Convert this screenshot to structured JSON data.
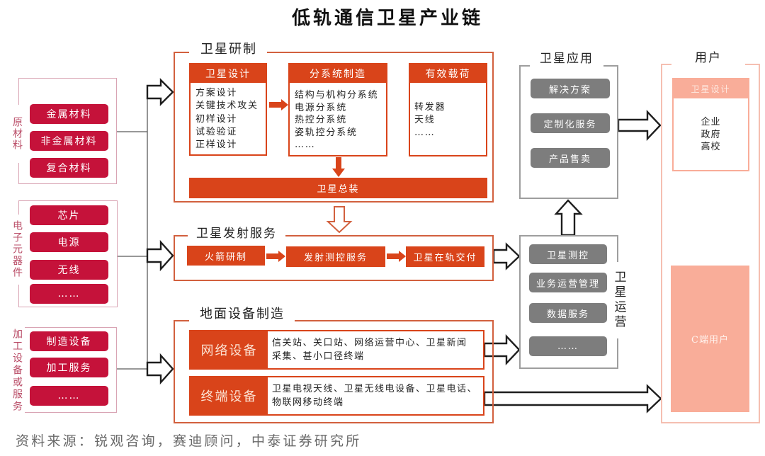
{
  "title": "低轨通信卫星产业链",
  "colors": {
    "accent": "#D9441A",
    "frame_orange": "#D2603E",
    "upstream_red": "#C5123A",
    "upstream_border": "#D9A4B4",
    "upstream_label": "#B94B66",
    "gray_item": "#7D7D7D",
    "gray_frame": "#9E9E9E",
    "user_border": "#F5BFB1",
    "user_fill": "#F9AD99"
  },
  "upstream": {
    "groups": [
      {
        "label": "原材料",
        "items": [
          "金属材料",
          "非金属材料",
          "复合材料"
        ]
      },
      {
        "label": "电子元器件",
        "items": [
          "芯片",
          "电源",
          "无线",
          "……"
        ]
      },
      {
        "label": "加工设备或服务",
        "items": [
          "制造设备",
          "加工服务",
          "……"
        ]
      }
    ]
  },
  "rnd": {
    "title": "卫星研制",
    "design": {
      "header": "卫星设计",
      "lines": [
        "方案设计",
        "关键技术攻关",
        "初样设计",
        "试验验证",
        "正样设计"
      ]
    },
    "subsystems": {
      "header": "分系统制造",
      "lines": [
        "结构与机构分系统",
        "电源分系统",
        "热控分系统",
        "姿轨控分系统",
        "……"
      ]
    },
    "payload": {
      "header": "有效载荷",
      "lines": [
        "转发器",
        "天线",
        "……"
      ]
    },
    "assembly": "卫星总装"
  },
  "launch": {
    "title": "卫星发射服务",
    "steps": [
      "火箭研制",
      "发射测控服务",
      "卫星在轨交付"
    ]
  },
  "ground": {
    "title": "地面设备制造",
    "rows": [
      {
        "label": "网络设备",
        "lines": [
          "信关站、关口站、网络运营中心、卫星新闻",
          "采集、甚小口径终端"
        ]
      },
      {
        "label": "终端设备",
        "lines": [
          "卫星电视天线、卫星无线电设备、卫星电话、",
          "物联网移动终端"
        ]
      }
    ]
  },
  "application": {
    "title": "卫星应用",
    "items": [
      "解决方案",
      "定制化服务",
      "产品售卖"
    ]
  },
  "operations": {
    "title": "卫星运营",
    "items": [
      "卫星测控",
      "业务运营管理",
      "数据服务",
      "……"
    ]
  },
  "users": {
    "title": "用户",
    "enterprise": {
      "header": "卫星设计",
      "lines": [
        "企业",
        "政府",
        "高校"
      ]
    },
    "consumer": "C端用户"
  },
  "source": "资料来源：锐观咨询，赛迪顾问，中泰证券研究所"
}
